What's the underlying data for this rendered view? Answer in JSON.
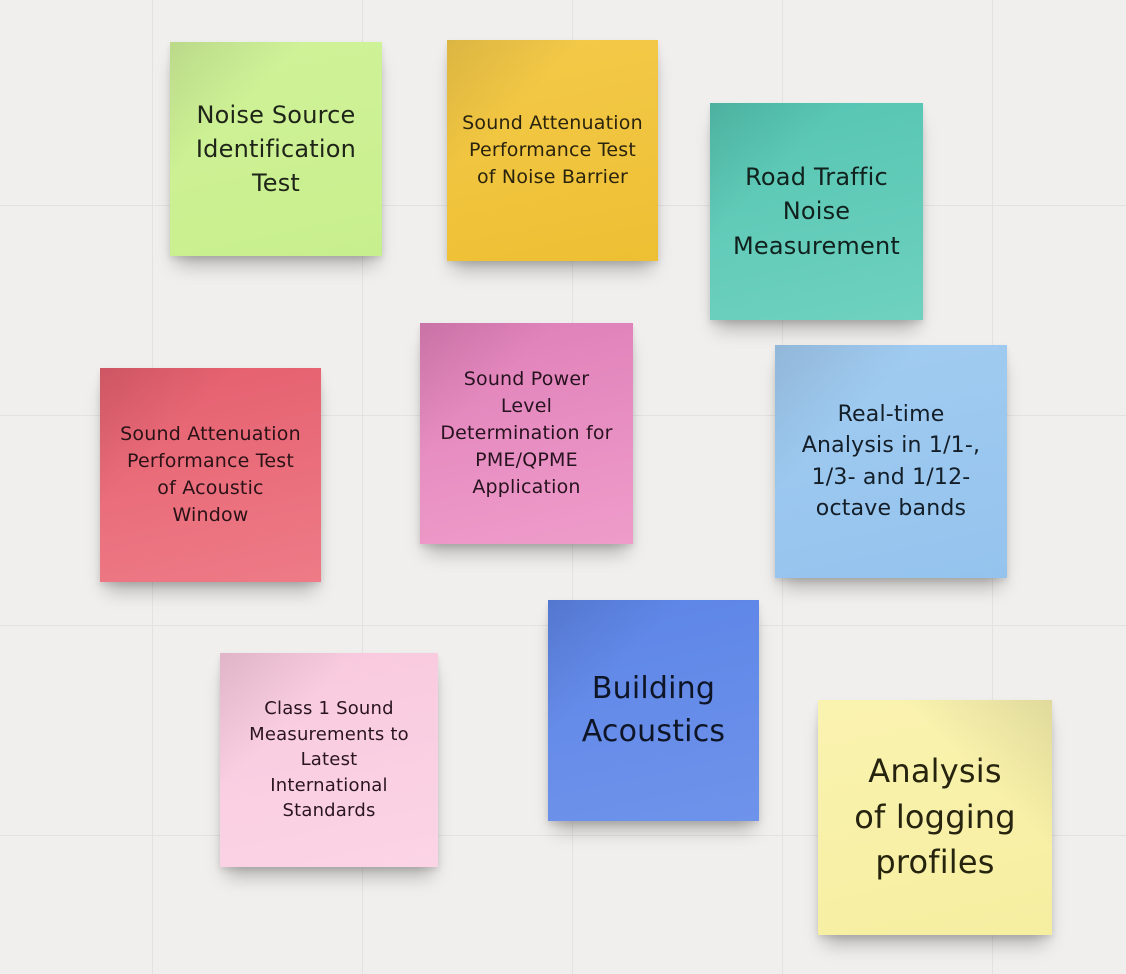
{
  "board": {
    "background_color": "#f0efed",
    "grid_color": "#e3e2e0",
    "notes": [
      {
        "id": "noise-source-identification-test",
        "text": "Noise Source\nIdentification\nTest",
        "color_top": "#d0f299",
        "color_bottom": "#c8ef8d",
        "text_color": "#1f2418"
      },
      {
        "id": "sound-attenuation-noise-barrier",
        "text": "Sound Attenuation\nPerformance Test\nof Noise Barrier",
        "color_top": "#f4ca4a",
        "color_bottom": "#edbf33",
        "text_color": "#2a230e"
      },
      {
        "id": "road-traffic-noise-measurement",
        "text": "Road Traffic\nNoise\nMeasurement",
        "color_top": "#55c5b2",
        "color_bottom": "#6fd1bf",
        "text_color": "#10211e"
      },
      {
        "id": "sound-attenuation-acoustic-window",
        "text": "Sound Attenuation\nPerformance Test\nof Acoustic\nWindow",
        "color_top": "#e55f6e",
        "color_bottom": "#ee7b87",
        "text_color": "#2a1217"
      },
      {
        "id": "sound-power-level-determination",
        "text": "Sound Power\nLevel\nDetermination for\nPME/QPME\nApplication",
        "color_top": "#df7fb9",
        "color_bottom": "#ef9cca",
        "text_color": "#27131f"
      },
      {
        "id": "real-time-analysis-octave-bands",
        "text": "Real-time\nAnalysis in 1/1-,\n1/3- and 1/12-\noctave bands",
        "color_top": "#a2ccf1",
        "color_bottom": "#94c3ed",
        "text_color": "#131e28"
      },
      {
        "id": "class-1-sound-measurements",
        "text": "Class 1 Sound\nMeasurements to\nLatest\nInternational\nStandards",
        "color_top": "#f9c9de",
        "color_bottom": "#fbd4e5",
        "text_color": "#2a151f"
      },
      {
        "id": "building-acoustics",
        "text": "Building\nAcoustics",
        "color_top": "#5d85e7",
        "color_bottom": "#6e93eb",
        "text_color": "#0e1526"
      },
      {
        "id": "analysis-of-logging-profiles",
        "text": "Analysis\nof logging\nprofiles",
        "color_top": "#faf3b0",
        "color_bottom": "#f6eea0",
        "text_color": "#26240f"
      }
    ]
  }
}
